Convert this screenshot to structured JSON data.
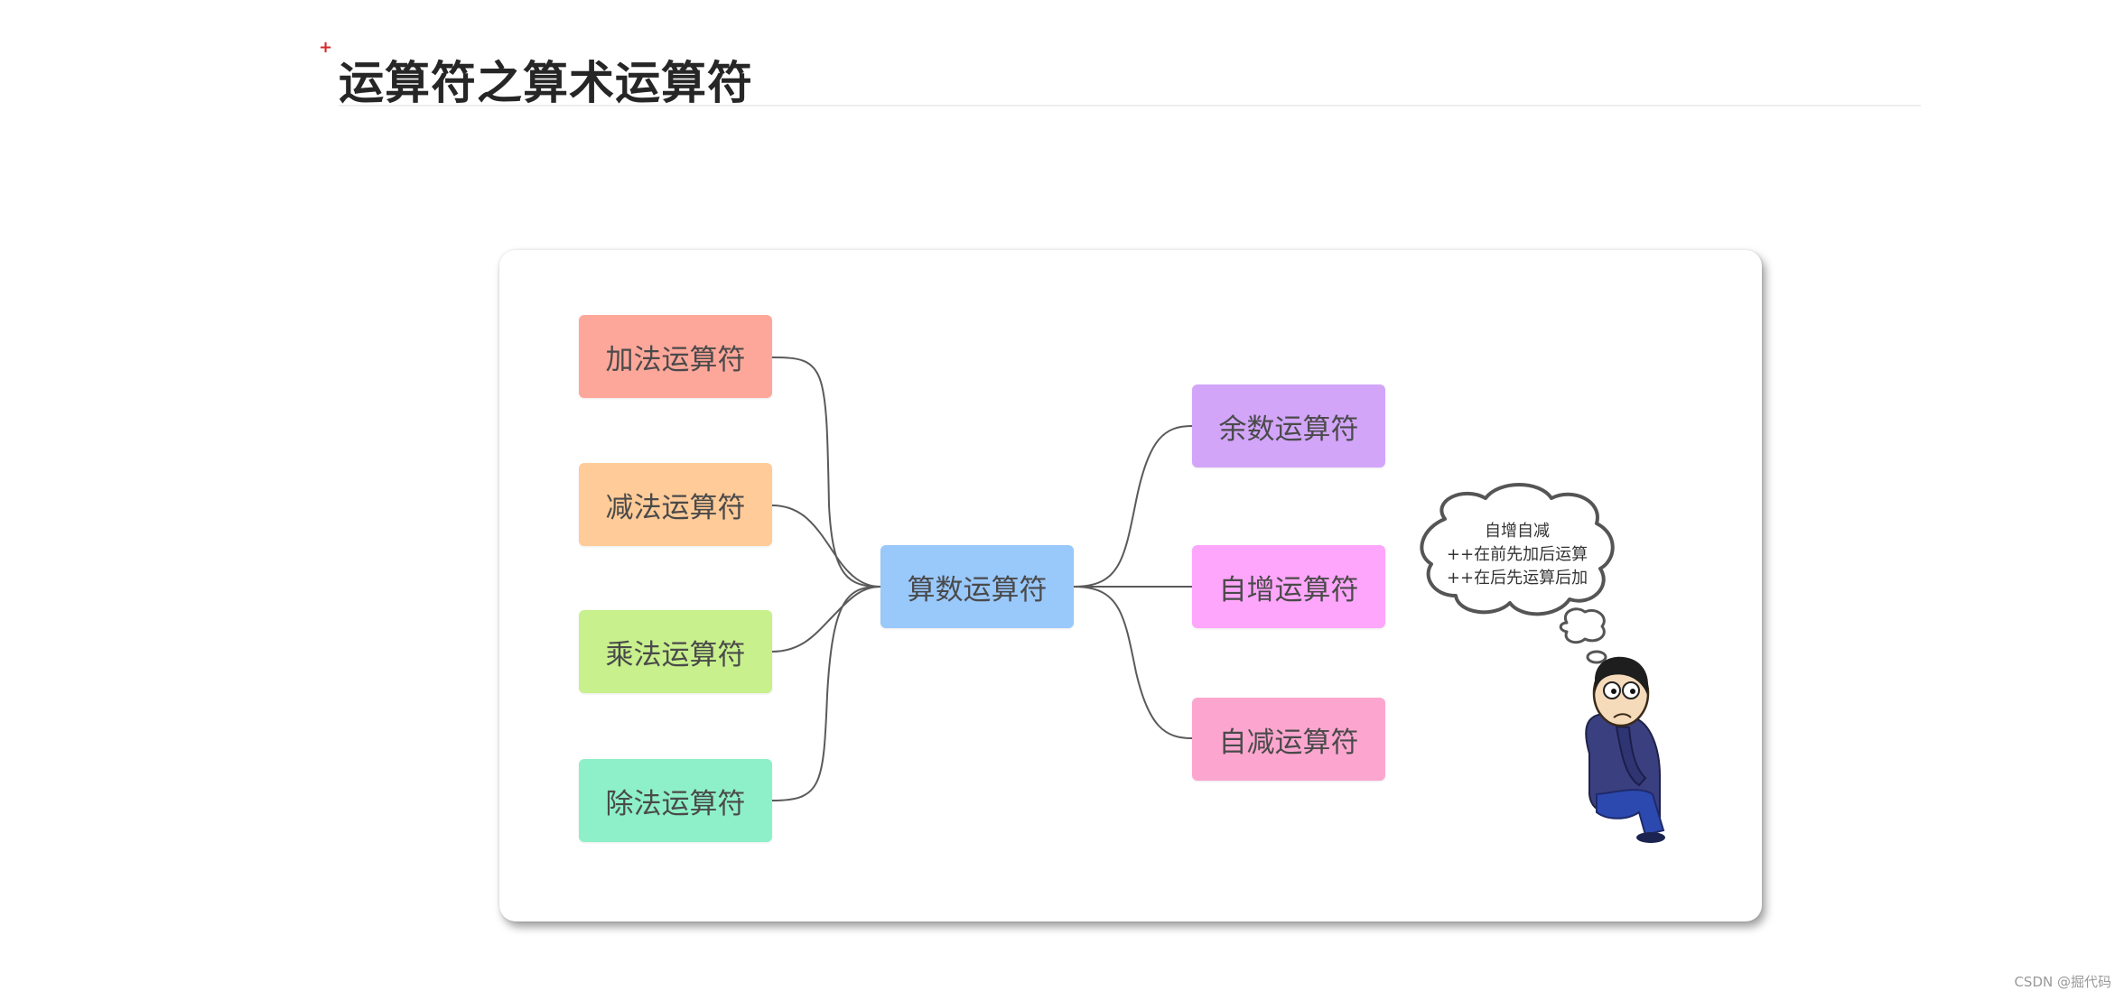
{
  "page": {
    "anchor_mark": "+",
    "title": "运算符之算术运算符",
    "watermark": "CSDN @掘代码"
  },
  "diagram": {
    "center": {
      "label": "算数运算符",
      "color": "#99c8fb"
    },
    "left_nodes": [
      {
        "label": "加法运算符",
        "color": "#fda79a"
      },
      {
        "label": "减法运算符",
        "color": "#ffcb98"
      },
      {
        "label": "乘法运算符",
        "color": "#c8f08d"
      },
      {
        "label": "除法运算符",
        "color": "#8ef0c8"
      }
    ],
    "right_nodes": [
      {
        "label": "余数运算符",
        "color": "#d2a5f9"
      },
      {
        "label": "自增运算符",
        "color": "#fea6fb"
      },
      {
        "label": "自减运算符",
        "color": "#fca6cf"
      }
    ],
    "connector_color": "#5a5a5a",
    "thought": {
      "line1": "自增自减",
      "line2": "++在前先加后运算",
      "line3": "++在后先运算后加"
    }
  }
}
